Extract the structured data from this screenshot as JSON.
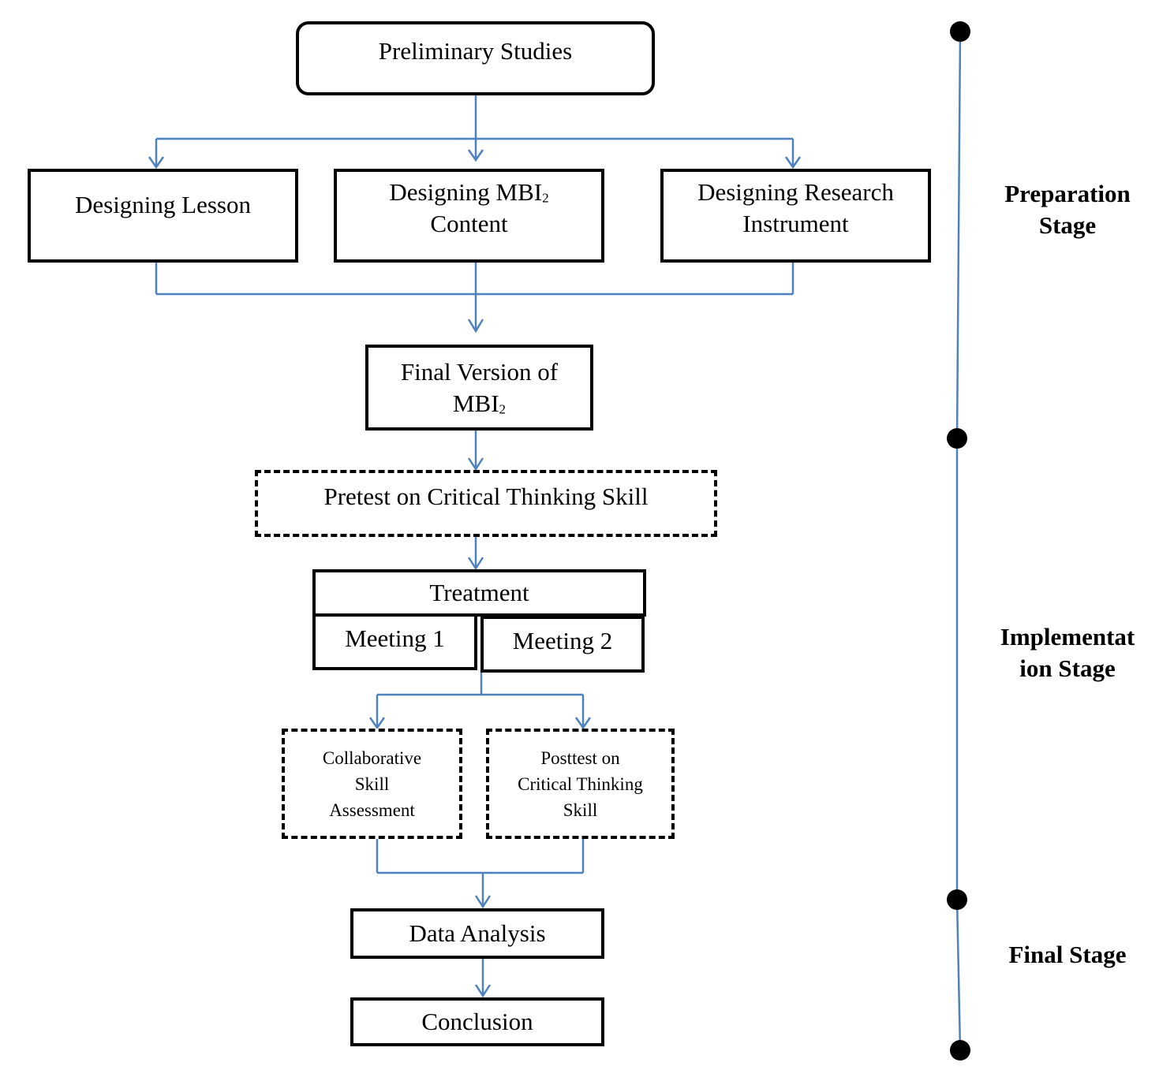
{
  "nodes": {
    "preliminary": "Preliminary Studies",
    "lesson": "Designing Lesson",
    "mbi_content": {
      "line1_main": "Designing MBI",
      "line1_sub": "2",
      "line2": "Content"
    },
    "instrument": {
      "line1": "Designing Research",
      "line2": "Instrument"
    },
    "final_version": {
      "line1": "Final Version of",
      "line2_main": "MBI",
      "line2_sub": "2"
    },
    "pretest": "Pretest on Critical Thinking Skill",
    "treatment": "Treatment",
    "meeting1": "Meeting 1",
    "meeting2": "Meeting 2",
    "collaborative": {
      "line1": "Collaborative",
      "line2": "Skill",
      "line3": "Assessment"
    },
    "posttest": {
      "line1": "Posttest on",
      "line2": "Critical Thinking",
      "line3": "Skill"
    },
    "data_analysis": "Data Analysis",
    "conclusion": "Conclusion"
  },
  "stages": {
    "preparation": {
      "line1": "Preparation",
      "line2": "Stage"
    },
    "implementation": {
      "line1": "Implementat",
      "line2": "ion Stage"
    },
    "final": "Final Stage"
  },
  "colors": {
    "connector": "#4f81bd",
    "border": "#000000",
    "timeline_dot": "#000000"
  }
}
